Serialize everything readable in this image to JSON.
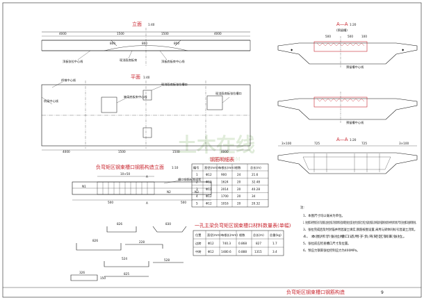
{
  "elevation": {
    "title": "立面",
    "scale": "1:40",
    "dims": [
      "4000",
      "1500",
      "1500",
      "4000"
    ],
    "sub_dims": [
      "800",
      "800",
      "800"
    ],
    "labels": [
      "顶板张拉中心线",
      "现浇段底板束",
      "顶板底板束中心线"
    ]
  },
  "plan": {
    "title": "平面",
    "scale": "1:40",
    "labels": [
      "桥墩中心线",
      "箱梁底板束中心线",
      "现浇段底板张拉槽口"
    ],
    "dims": [
      "4000",
      "1500",
      "1500",
      "4000"
    ],
    "side_label": "桥梁中心线"
  },
  "section_a": {
    "title": "A—A",
    "scale": "1:20",
    "subtitle": "(预留槽)",
    "labels": [
      "预留槽中心线",
      "预留槽中心线"
    ],
    "dims": [
      "500",
      "500",
      "100"
    ]
  },
  "section_b": {
    "title": "A—A",
    "scale": "1:20",
    "dims": [
      "3×100",
      "725",
      "725",
      "3×100"
    ]
  },
  "detail": {
    "title": "负弯矩区钢束槽口钢筋构造立面",
    "scale": "1:10",
    "section_mark": "A",
    "label": "槽口钢筋标准间距",
    "dims": [
      "10×50",
      "500",
      "500"
    ],
    "markers": [
      "N1",
      "N2",
      "N3"
    ]
  },
  "rebar_table": {
    "title": "钢筋明细表",
    "headers": [
      "编号",
      "直径(mm)",
      "每根长(mm)",
      "根数",
      "总长(m)"
    ],
    "rows": [
      [
        "1",
        "Φ12",
        "900",
        "24",
        "21.6"
      ],
      [
        "2",
        "Φ12",
        "1624",
        "20",
        "32.48"
      ],
      [
        "3",
        "Φ12",
        "2014",
        "20",
        "40.28"
      ],
      [
        "4",
        "Φ12",
        "1700",
        "20",
        "34"
      ],
      [
        "5",
        "Φ12",
        "1016",
        "20",
        "20.32"
      ]
    ]
  },
  "qty_table": {
    "title": "一孔主梁负弯矩区钢束槽口材料数量表(单幅)",
    "headers": [
      "位置",
      "直径(mm)",
      "每根长(mm)",
      "根数",
      "总长(m)",
      "总重(kg)"
    ],
    "rows": [
      [
        "边跨",
        "Φ12",
        "740.3",
        "0.868",
        "827",
        "1.7"
      ],
      [
        "中跨",
        "Φ12",
        "1480.6",
        "0.888",
        "1315",
        "3.4"
      ]
    ]
  },
  "bar_shapes": {
    "labels": [
      "826",
      "830",
      "826",
      "228",
      "524",
      "528",
      "326",
      "150",
      "825"
    ]
  },
  "notes": {
    "header": "注:",
    "items": [
      "1、本图尺寸均以毫米为单位。",
      "2、张拉槽口采用预留方式,内设钢筋,边张拉封锚,可视现场情况选择最后张拉位置,张拉时注意安全,预应力锚具封锚前,须将锚具外露钢绞线切除并用砂浆封堵,严禁在张拉槽口处截断钢绞线。",
      "3、张拉完成后及时封锚并用混凝土填实,钢筋按图设置,采用与梁体同标号混凝土浇筑。",
      "4、本图所示张拉槽口适用于负弯矩区钢束张拉。",
      "5、张拉前应检查槽口尺寸及位置。",
      "6、预应力钢束张拉控制应力为400MPa。"
    ]
  },
  "watermark": {
    "cn": "土木在线",
    "en": "COI88.COM"
  },
  "footer": {
    "title": "负弯矩区钢束槽口钢筋构造",
    "page": "9"
  }
}
